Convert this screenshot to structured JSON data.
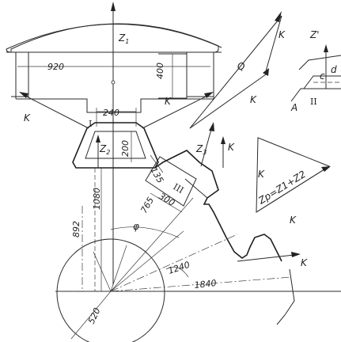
{
  "labels": {
    "z1": "Z",
    "z1_sub": "1",
    "z2": "Z",
    "z2_sub": "2",
    "z3": "Z",
    "z3_sub": "3",
    "zp_formula": "Zp=Z1+Z2",
    "zprime": "Z'",
    "k": "K",
    "q": "Q",
    "phi": "φ",
    "a": "A",
    "roman1": "I",
    "roman2": "II",
    "roman3": "III",
    "c": "c",
    "d": "d"
  },
  "dimensions": {
    "d920": "920",
    "d400": "400",
    "d240": "240",
    "d200": "200",
    "d1080": "1080",
    "d892": "892",
    "d765": "765",
    "d135": "135",
    "d300": "300",
    "d1240": "1240",
    "d1840": "1840",
    "d520": "520"
  },
  "colors": {
    "ink": "#222222",
    "paper": "#ffffff"
  }
}
